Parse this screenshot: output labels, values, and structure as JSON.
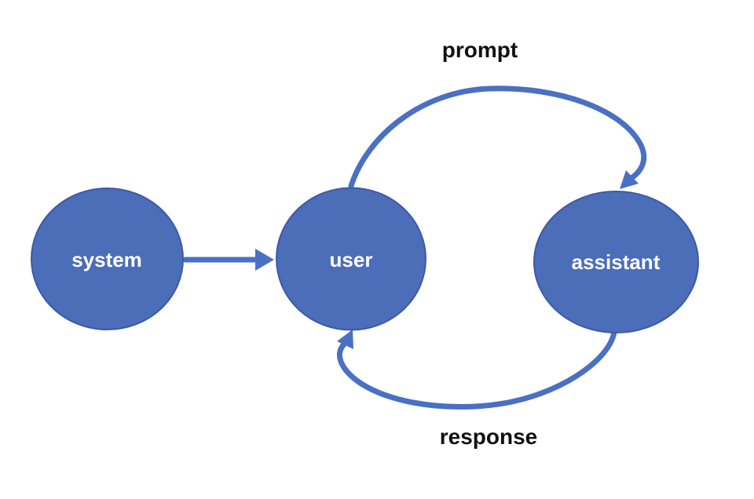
{
  "diagram": {
    "type": "flow-diagram",
    "nodes": [
      {
        "id": "system",
        "label": "system",
        "shape": "circle"
      },
      {
        "id": "user",
        "label": "user",
        "shape": "circle"
      },
      {
        "id": "assistant",
        "label": "assistant",
        "shape": "circle"
      }
    ],
    "edges": [
      {
        "from": "system",
        "to": "user",
        "label": "",
        "style": "straight"
      },
      {
        "from": "user",
        "to": "assistant",
        "label": "prompt",
        "style": "curved-top"
      },
      {
        "from": "assistant",
        "to": "user",
        "label": "response",
        "style": "curved-bottom"
      }
    ]
  },
  "colors": {
    "background": "#ffffff",
    "node_fill": "#4c6db8",
    "node_stroke": "#3c5aa8",
    "arrow": "#4a70c4",
    "node_label_color": "#ffffff",
    "edge_label_color": "#111111"
  }
}
